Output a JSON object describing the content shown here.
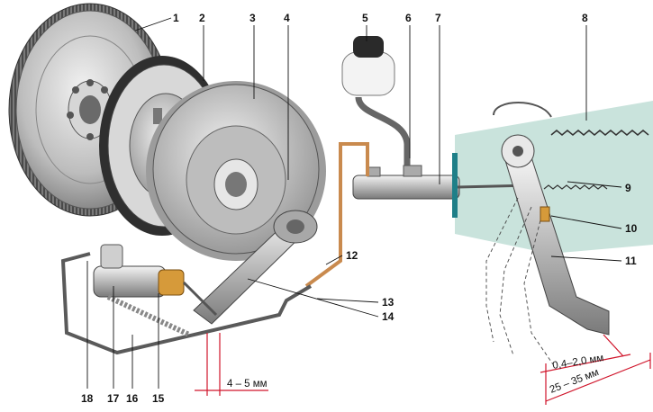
{
  "callouts": [
    "1",
    "2",
    "3",
    "4",
    "5",
    "6",
    "7",
    "8",
    "9",
    "10",
    "11",
    "12",
    "13",
    "14",
    "15",
    "16",
    "17",
    "18"
  ],
  "dimensions": {
    "fork_gap": "4 – 5 мм",
    "pedal_free": "0,4–2,0 мм",
    "pedal_travel": "25 – 35 мм"
  },
  "colors": {
    "dimension_line": "#d0142a",
    "background_panel": "#c9e3dc",
    "hydraulic_pipe": "#c98a4e",
    "reservoir_cap": "#2a2a2a",
    "slave_boot": "#d69a3a"
  }
}
